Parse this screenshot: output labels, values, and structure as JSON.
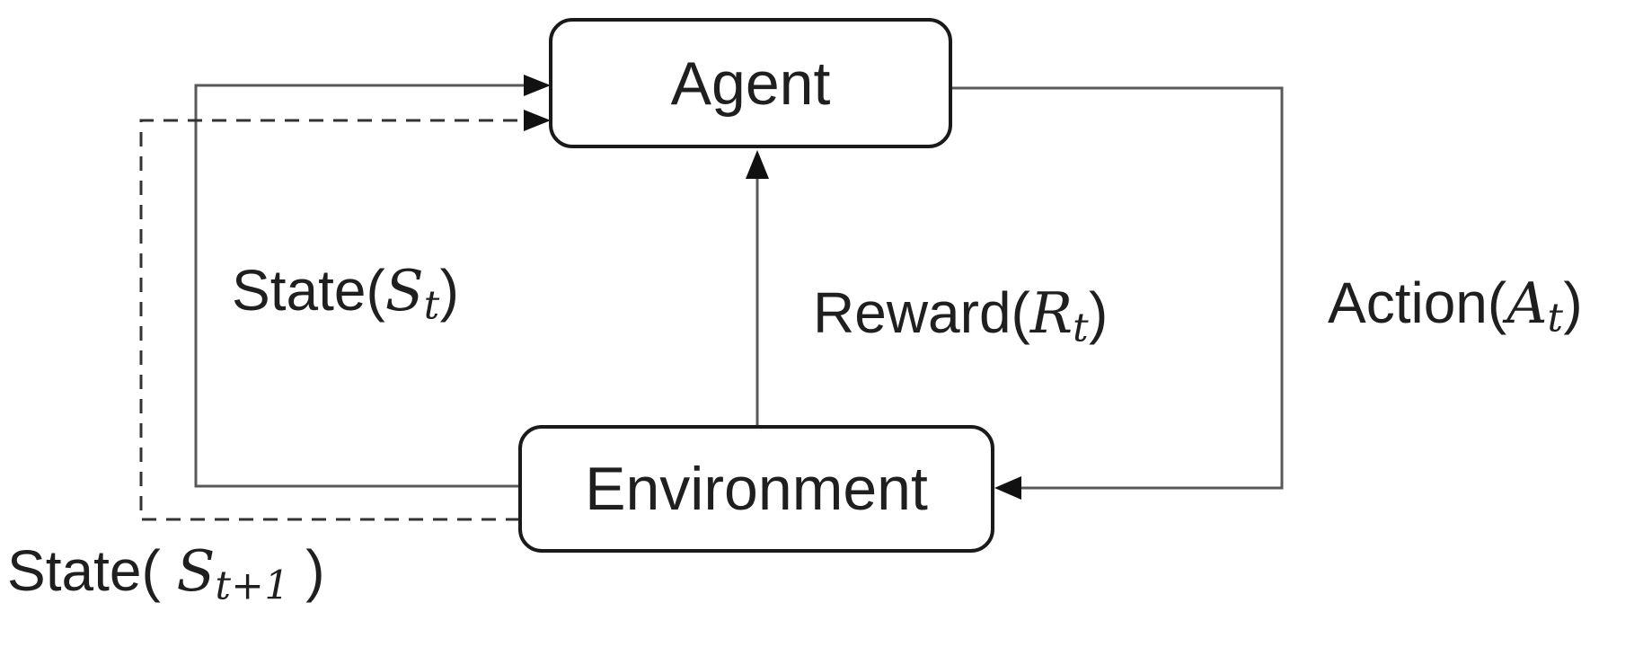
{
  "nodes": {
    "agent": {
      "label": "Agent"
    },
    "environment": {
      "label": "Environment"
    }
  },
  "edges": {
    "state": {
      "prefix": "State(",
      "variable": "S",
      "subscript": "t",
      "suffix": ")",
      "style": "solid"
    },
    "reward": {
      "prefix": "Reward(",
      "variable": "R",
      "subscript": "t",
      "suffix": ")",
      "style": "solid"
    },
    "action": {
      "prefix": "Action(",
      "variable": "A",
      "subscript": "t",
      "suffix": ")",
      "style": "solid"
    },
    "next_state": {
      "prefix": "State( ",
      "variable": "S",
      "subscript": "t+1",
      "suffix": " )",
      "style": "dashed"
    }
  },
  "colors": {
    "background": "#ffffff",
    "box_border": "#1a1a1a",
    "text": "#1f1f1f",
    "solid_wire": "#595959",
    "dashed_wire": "#333333",
    "arrowhead": "#111111"
  }
}
